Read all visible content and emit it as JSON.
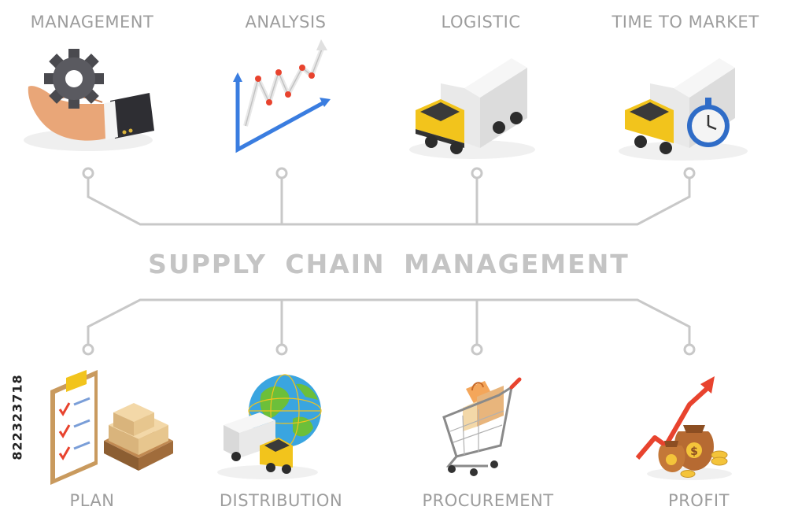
{
  "title": "SUPPLY CHAIN MANAGEMENT",
  "top_items": [
    {
      "label": "MANAGEMENT",
      "icon": "gear-in-hand-icon"
    },
    {
      "label": "ANALYSIS",
      "icon": "growth-graph-icon"
    },
    {
      "label": "LOGISTIC",
      "icon": "delivery-truck-icon"
    },
    {
      "label": "TIME TO MARKET",
      "icon": "truck-stopwatch-icon"
    }
  ],
  "bottom_items": [
    {
      "label": "PLAN",
      "icon": "clipboard-boxes-icon"
    },
    {
      "label": "DISTRIBUTION",
      "icon": "globe-truck-icon"
    },
    {
      "label": "PROCUREMENT",
      "icon": "shopping-cart-icon"
    },
    {
      "label": "PROFIT",
      "icon": "money-bags-icon"
    }
  ],
  "stock_id": "822323718",
  "colors": {
    "line": "#c8c8c8",
    "text": "#9d9d9d",
    "truck_cab": "#f2c41c",
    "axis_blue": "#3a7de0",
    "arrow_red": "#e8432e"
  }
}
